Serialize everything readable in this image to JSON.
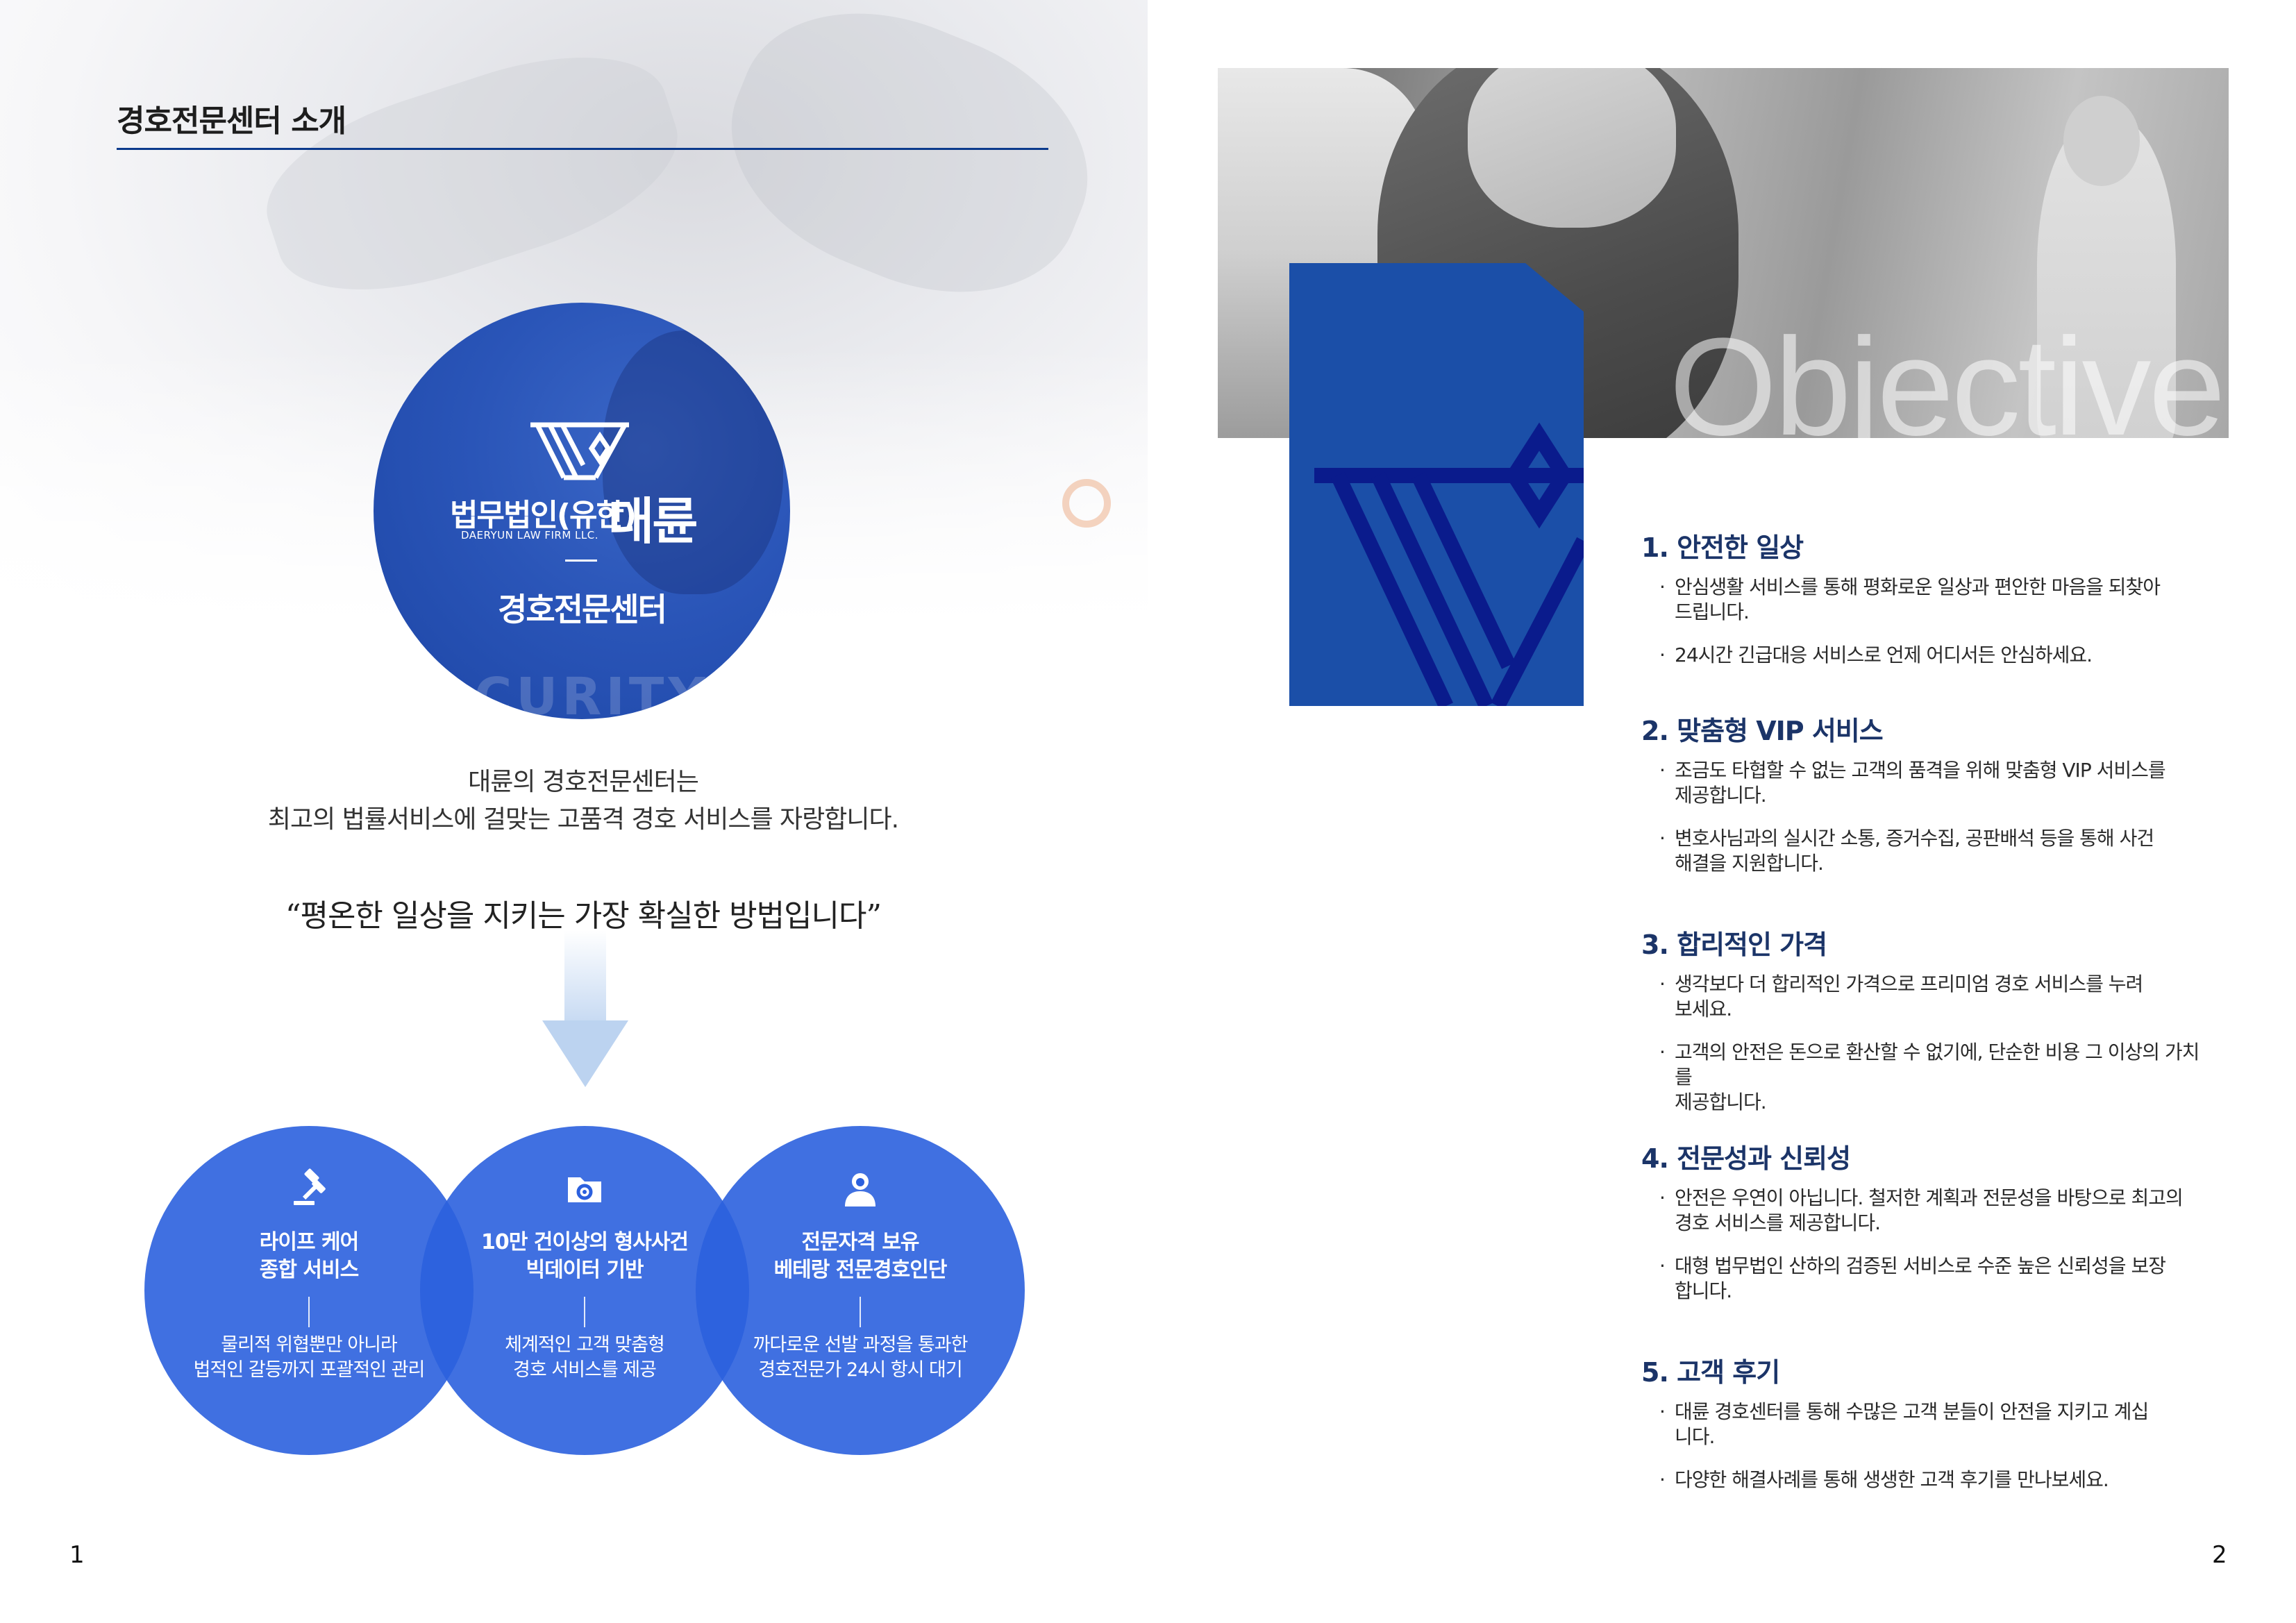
{
  "left_page": {
    "title": "경호전문센터 소개",
    "logo": {
      "firm_name_ko": "법무법인(유한)",
      "firm_name_big": "대륜",
      "firm_name_en": "DAERYUN LAW FIRM LLC.",
      "center_name": "경호전문센터",
      "background_text": "CURITY"
    },
    "intro_line1": "대륜의 경호전문센터는",
    "intro_line2": "최고의 법률서비스에 걸맞는 고품격 경호 서비스를 자랑합니다.",
    "quote": "“평온한 일상을 지키는 가장 확실한 방법입니다”",
    "features": [
      {
        "icon": "gavel-icon",
        "title_line1": "라이프 케어",
        "title_line2": "종합 서비스",
        "desc_line1": "물리적 위협뿐만 아니라",
        "desc_line2": "법적인 갈등까지 포괄적인 관리"
      },
      {
        "icon": "gear-folder-icon",
        "title_line1": "10만 건이상의 형사사건",
        "title_line2": "빅데이터 기반",
        "desc_line1": "체계적인 고객 맞춤형",
        "desc_line2": "경호 서비스를 제공"
      },
      {
        "icon": "guard-person-icon",
        "title_line1": "전문자격 보유",
        "title_line2": "베테랑 전문경호인단",
        "desc_line1": "까다로운 선발 과정을 통과한",
        "desc_line2": "경호전문가 24시 항시 대기"
      }
    ],
    "page_number": "1"
  },
  "right_page": {
    "photo_overlay_text": "Objective",
    "sections": [
      {
        "title": "1. 안전한 일상",
        "bullets": [
          {
            "line1": "안심생활 서비스를 통해 평화로운 일상과 편안한 마음을 되찾아",
            "line2": "드립니다."
          },
          {
            "line1": "24시간 긴급대응 서비스로 언제 어디서든 안심하세요.",
            "line2": ""
          }
        ]
      },
      {
        "title": "2. 맞춤형 VIP 서비스",
        "bullets": [
          {
            "line1": "조금도 타협할 수 없는 고객의 품격을 위해 맞춤형 VIP 서비스를",
            "line2": "제공합니다."
          },
          {
            "line1": "변호사님과의 실시간 소통, 증거수집, 공판배석 등을 통해 사건",
            "line2": "해결을 지원합니다."
          }
        ]
      },
      {
        "title": "3. 합리적인 가격",
        "bullets": [
          {
            "line1": "생각보다 더 합리적인 가격으로 프리미엄 경호 서비스를 누려",
            "line2": "보세요."
          },
          {
            "line1": "고객의 안전은 돈으로 환산할 수 없기에, 단순한 비용 그 이상의 가치를",
            "line2": "제공합니다."
          }
        ]
      },
      {
        "title": "4. 전문성과 신뢰성",
        "bullets": [
          {
            "line1": "안전은 우연이 아닙니다. 철저한 계획과 전문성을 바탕으로 최고의",
            "line2": "경호 서비스를 제공합니다."
          },
          {
            "line1": "대형 법무법인 산하의 검증된 서비스로 수준 높은 신뢰성을 보장",
            "line2": "합니다."
          }
        ]
      },
      {
        "title": "5. 고객 후기",
        "bullets": [
          {
            "line1": "대륜 경호센터를 통해 수많은 고객 분들이 안전을 지키고 계십",
            "line2": "니다."
          },
          {
            "line1": "다양한 해결사례를 통해 생생한 고객 후기를 만나보세요.",
            "line2": ""
          }
        ]
      }
    ],
    "bullet_marker": "·",
    "page_number": "2"
  },
  "colors": {
    "brand_blue": "#2B60DE",
    "panel_blue": "#1B4FA8",
    "mark_navy": "#0A1B8C",
    "heading_navy": "#1B3468",
    "rule_navy": "#0B3A8C"
  }
}
